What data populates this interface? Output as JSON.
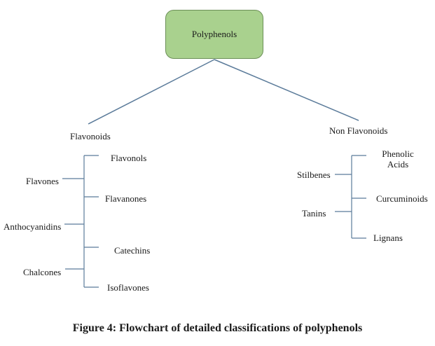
{
  "root": {
    "label": "Polyphenols"
  },
  "branches": {
    "flavonoids": {
      "label": "Flavonoids",
      "left_items": [
        "Flavones",
        "Anthocyanidins",
        "Chalcones"
      ],
      "right_items": [
        "Flavonols",
        "Flavanones",
        "Catechins",
        "Isoflavones"
      ]
    },
    "non_flavonoids": {
      "label": "Non Flavonoids",
      "left_items": [
        "Stilbenes",
        "Tanins"
      ],
      "right_items": [
        "Phenolic Acids",
        "Curcuminoids",
        "Lignans"
      ]
    }
  },
  "caption": "Figure 4: Flowchart of detailed classifications of polyphenols",
  "colors": {
    "root_fill": "#a9d18e",
    "root_border": "#6b8f57",
    "connector": "#5b7b9a"
  }
}
